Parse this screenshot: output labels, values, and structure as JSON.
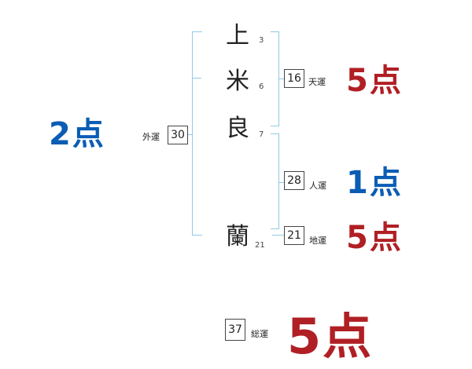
{
  "name": {
    "chars": [
      {
        "char": "上",
        "strokes": "3"
      },
      {
        "char": "米",
        "strokes": "6"
      },
      {
        "char": "良",
        "strokes": "7"
      },
      {
        "char": "蘭",
        "strokes": "21"
      }
    ]
  },
  "fortunes": {
    "gaiun": {
      "label": "外運",
      "value": "30",
      "score": "2点"
    },
    "tenun": {
      "label": "天運",
      "value": "16",
      "score": "5点"
    },
    "jinun": {
      "label": "人運",
      "value": "28",
      "score": "1点"
    },
    "chiun": {
      "label": "地運",
      "value": "21",
      "score": "5点"
    },
    "souun": {
      "label": "総運",
      "value": "37",
      "score": "5点"
    }
  },
  "colors": {
    "bracket": "#8ecae6",
    "low_score": "#0b5db4",
    "high_score": "#b01f24"
  }
}
